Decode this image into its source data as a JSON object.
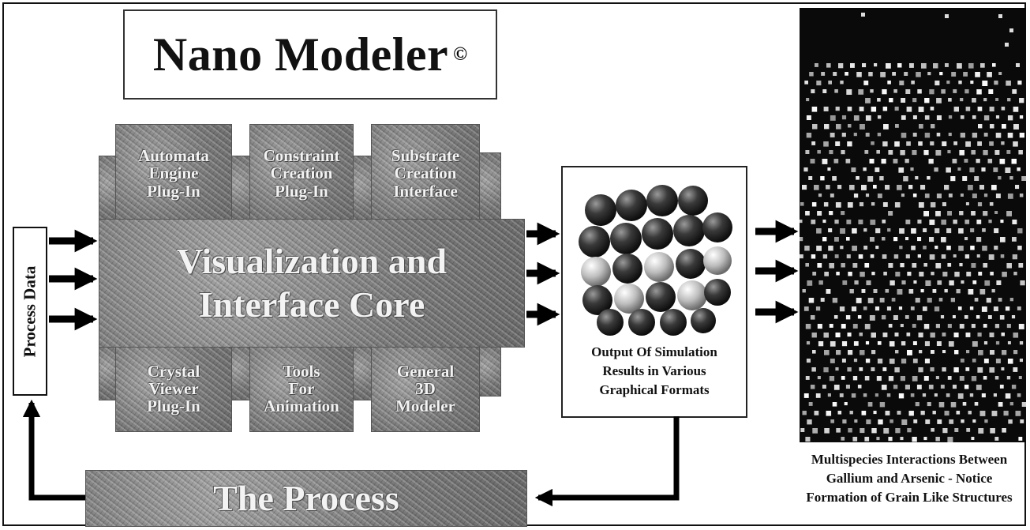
{
  "title": {
    "text": "Nano Modeler",
    "copyright_symbol": "©"
  },
  "input": {
    "label": "Process Data"
  },
  "core": {
    "line1": "Visualization and",
    "line2": "Interface Core"
  },
  "top_plugins": [
    {
      "line1": "Automata",
      "line2": "Engine",
      "line3": "Plug-In"
    },
    {
      "line1": "Constraint",
      "line2": "Creation",
      "line3": "Plug-In"
    },
    {
      "line1": "Substrate",
      "line2": "Creation",
      "line3": "Interface"
    }
  ],
  "bottom_plugins": [
    {
      "line1": "Crystal",
      "line2": "Viewer",
      "line3": "Plug-In"
    },
    {
      "line1": "Tools",
      "line2": "For",
      "line3": "Animation"
    },
    {
      "line1": "General",
      "line2": "3D",
      "line3": "Modeler"
    }
  ],
  "output": {
    "line1": "Output Of Simulation",
    "line2": "Results in Various",
    "line3": "Graphical Formats"
  },
  "simulation_caption": {
    "line1": "Multispecies Interactions Between",
    "line2": "Gallium and Arsenic  -  Notice",
    "line3": "Formation of Grain Like Structures"
  },
  "process": {
    "label": "The Process"
  },
  "colors": {
    "stone": "#8a8a8a",
    "stone_text": "#f3f3f3",
    "arrow": "#000000",
    "simulation_bg": "#0a0a0a"
  }
}
